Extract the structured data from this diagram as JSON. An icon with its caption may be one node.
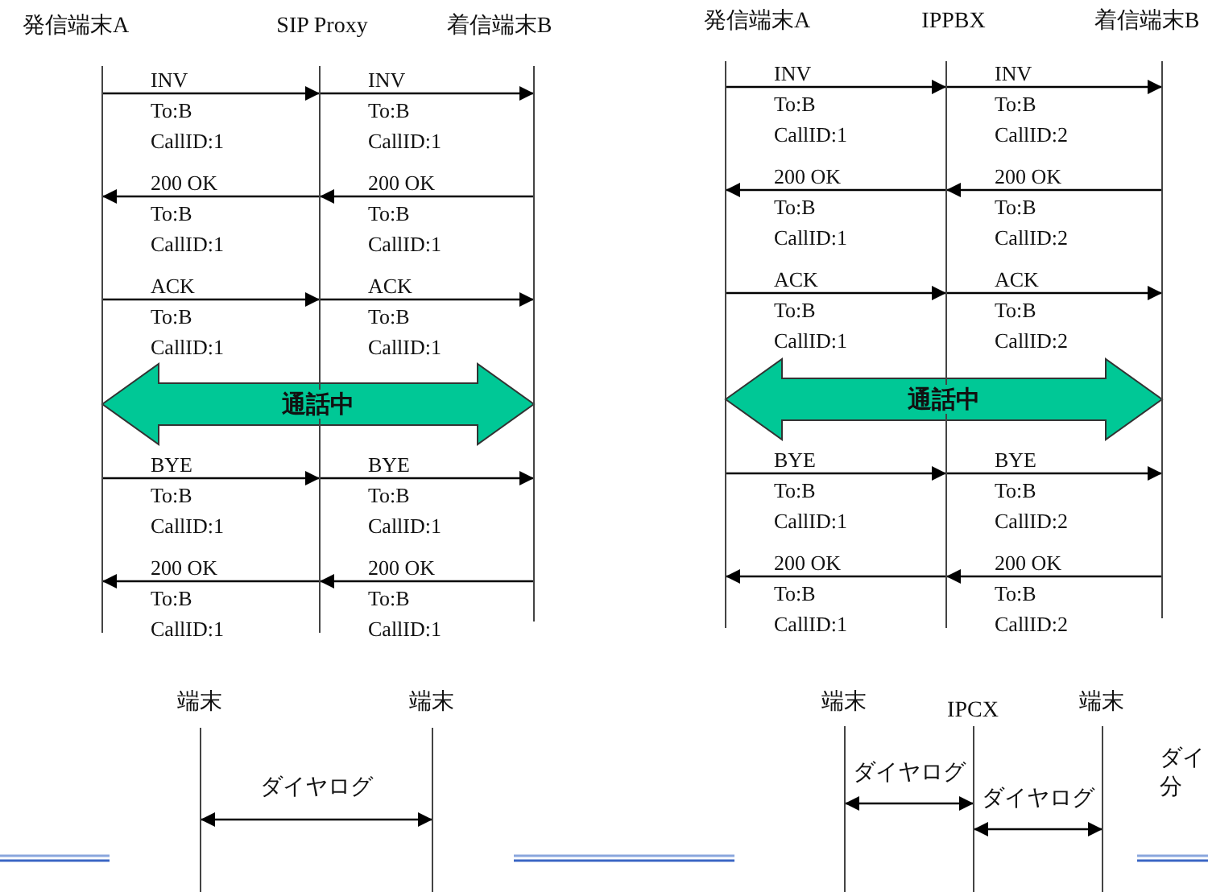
{
  "diagram": {
    "nodes": [
      {
        "text": [
          "発信端末A"
        ]
      },
      {
        "text": [
          "SIP Proxy"
        ]
      },
      {
        "text": [
          "着信端末B"
        ]
      },
      {
        "text": [
          "発信端末A"
        ]
      },
      {
        "text": [
          "IPPBX"
        ]
      },
      {
        "text": [
          "着信端末B"
        ]
      },
      {
        "text": [
          "端末"
        ]
      },
      {
        "text": [
          "端末"
        ]
      },
      {
        "text": [
          "端末"
        ]
      },
      {
        "text": [
          "IPCX"
        ]
      },
      {
        "text": [
          "端末"
        ]
      }
    ],
    "edges": [
      {
        "from": 0,
        "to": 1,
        "arrow": "to",
        "label": "INV To:B CallID:1"
      },
      {
        "from": 1,
        "to": 2,
        "arrow": "to",
        "label": "INV To:B CallID:1"
      },
      {
        "from": 1,
        "to": 0,
        "arrow": "to",
        "label": "200 OK To:B CallID:1"
      },
      {
        "from": 2,
        "to": 1,
        "arrow": "to",
        "label": "200 OK To:B CallID:1"
      },
      {
        "from": 0,
        "to": 1,
        "arrow": "to",
        "label": "ACK To:B CallID:1"
      },
      {
        "from": 1,
        "to": 2,
        "arrow": "to",
        "label": "ACK To:B CallID:1"
      },
      {
        "from": 0,
        "to": 2,
        "arrow": "both",
        "label": "通話中",
        "style": "thick",
        "color": "#00c896"
      },
      {
        "from": 0,
        "to": 1,
        "arrow": "to",
        "label": "BYE To:B CallID:1"
      },
      {
        "from": 1,
        "to": 2,
        "arrow": "to",
        "label": "BYE To:B CallID:1"
      },
      {
        "from": 1,
        "to": 0,
        "arrow": "to",
        "label": "200 OK To:B CallID:1"
      },
      {
        "from": 2,
        "to": 1,
        "arrow": "to",
        "label": "200 OK To:B CallID:1"
      },
      {
        "from": 3,
        "to": 4,
        "arrow": "to",
        "label": "INV To:B CallID:1"
      },
      {
        "from": 4,
        "to": 5,
        "arrow": "to",
        "label": "INV To:B CallID:2"
      },
      {
        "from": 4,
        "to": 3,
        "arrow": "to",
        "label": "200 OK To:B CallID:1"
      },
      {
        "from": 5,
        "to": 4,
        "arrow": "to",
        "label": "200 OK To:B CallID:2"
      },
      {
        "from": 3,
        "to": 4,
        "arrow": "to",
        "label": "ACK To:B CallID:1"
      },
      {
        "from": 4,
        "to": 5,
        "arrow": "to",
        "label": "ACK To:B CallID:2"
      },
      {
        "from": 3,
        "to": 5,
        "arrow": "both",
        "label": "通話中",
        "style": "thick",
        "color": "#00c896"
      },
      {
        "from": 3,
        "to": 4,
        "arrow": "to",
        "label": "BYE To:B CallID:1"
      },
      {
        "from": 4,
        "to": 5,
        "arrow": "to",
        "label": "BYE To:B CallID:2"
      },
      {
        "from": 4,
        "to": 3,
        "arrow": "to",
        "label": "200 OK To:B CallID:1"
      },
      {
        "from": 5,
        "to": 4,
        "arrow": "to",
        "label": "200 OK To:B CallID:2"
      },
      {
        "from": 6,
        "to": 7,
        "arrow": "both",
        "label": "ダイヤログ"
      },
      {
        "from": 8,
        "to": 9,
        "arrow": "both",
        "label": "ダイヤログ"
      },
      {
        "from": 9,
        "to": 10,
        "arrow": "both",
        "label": "ダイヤログ"
      }
    ],
    "labels": [
      "ダイ",
      "分"
    ]
  }
}
